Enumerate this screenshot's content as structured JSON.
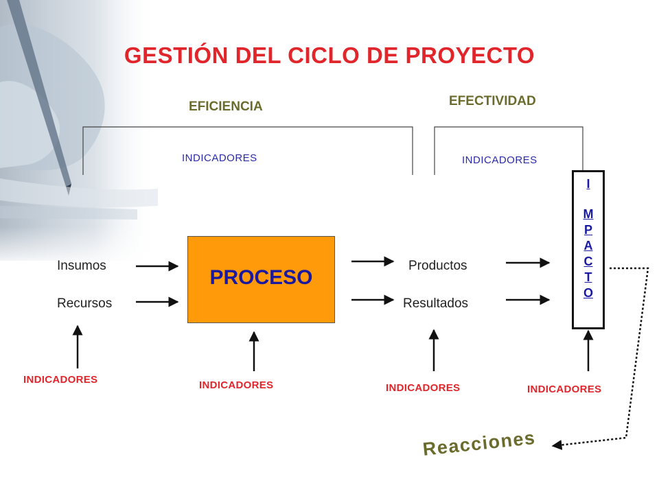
{
  "title": "GESTIÓN  DEL CICLO DE PROYECTO",
  "eficiencia": {
    "label": "EFICIENCIA",
    "indicadores": "INDICADORES"
  },
  "efectividad": {
    "label": "EFECTIVIDAD",
    "indicadores": "INDICADORES"
  },
  "inputs": [
    "Insumos",
    "Recursos"
  ],
  "proceso": "PROCESO",
  "outputs": [
    "Productos",
    "Resultados"
  ],
  "impacto": [
    "I",
    "M",
    "P",
    "A",
    "C",
    "T",
    "O"
  ],
  "bottom_indicadores": [
    "INDICADORES",
    "INDICADORES",
    "INDICADORES",
    "INDICADORES"
  ],
  "reacciones": "Reacciones"
}
